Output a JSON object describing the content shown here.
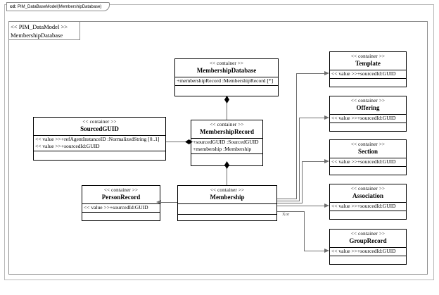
{
  "window": {
    "tab_key": "cd:",
    "tab_title": "PIM_DataBaseModel(MembershipDatabase)"
  },
  "package": {
    "stereotype": "<< PIM_DataModel >>",
    "name": "MembershipDatabase"
  },
  "colors": {
    "box_border": "#000000",
    "connector": "#6f6f6f",
    "frame_border": "#8c8c8c",
    "outer_frame_border": "#b9b9b9",
    "background": "#ffffff"
  },
  "classes": [
    {
      "id": "membershipdatabase",
      "stereotype": "<< container >>",
      "name": "MembershipDatabase",
      "attributes": [
        "+membershipRecord :MembershipRecord [*]"
      ],
      "operations": []
    },
    {
      "id": "sourcedguid",
      "stereotype": "<< container >>",
      "name": "SourcedGUID",
      "attributes": [
        "<< value >>+refAgentInstanceID :NormalizedString  [0..1]",
        "<< value >>+sourcedId:GUID"
      ],
      "operations": []
    },
    {
      "id": "membershiprecord",
      "stereotype": "<< container >>",
      "name": "MembershipRecord",
      "attributes": [
        "+sourcedGUID :SourcedGUID",
        "+membership :Membership"
      ],
      "operations": []
    },
    {
      "id": "personrecord",
      "stereotype": "<< container >>",
      "name": "PersonRecord",
      "attributes": [
        "<< value >>+sourcedId:GUID"
      ],
      "operations": []
    },
    {
      "id": "membership",
      "stereotype": "<< container >>",
      "name": "Membership",
      "attributes": [],
      "operations": []
    },
    {
      "id": "template",
      "stereotype": "<< container >>",
      "name": "Template",
      "attributes": [
        "<< value >>+sourcedId:GUID"
      ],
      "operations": []
    },
    {
      "id": "offering",
      "stereotype": "<< container >>",
      "name": "Offering",
      "attributes": [
        "<< value >>+sourcedId:GUID"
      ],
      "operations": []
    },
    {
      "id": "section",
      "stereotype": "<< container >>",
      "name": "Section",
      "attributes": [
        "<< value >>+sourcedId:GUID"
      ],
      "operations": []
    },
    {
      "id": "association",
      "stereotype": "<< container >>",
      "name": "Association",
      "attributes": [
        "<< value >>+sourcedId:GUID"
      ],
      "operations": []
    },
    {
      "id": "grouprecord",
      "stereotype": "<< container >>",
      "name": "GroupRecord",
      "attributes": [
        "<< value >>+sourcedId:GUID"
      ],
      "operations": []
    }
  ],
  "constraints": {
    "xor_label": "Xor"
  }
}
